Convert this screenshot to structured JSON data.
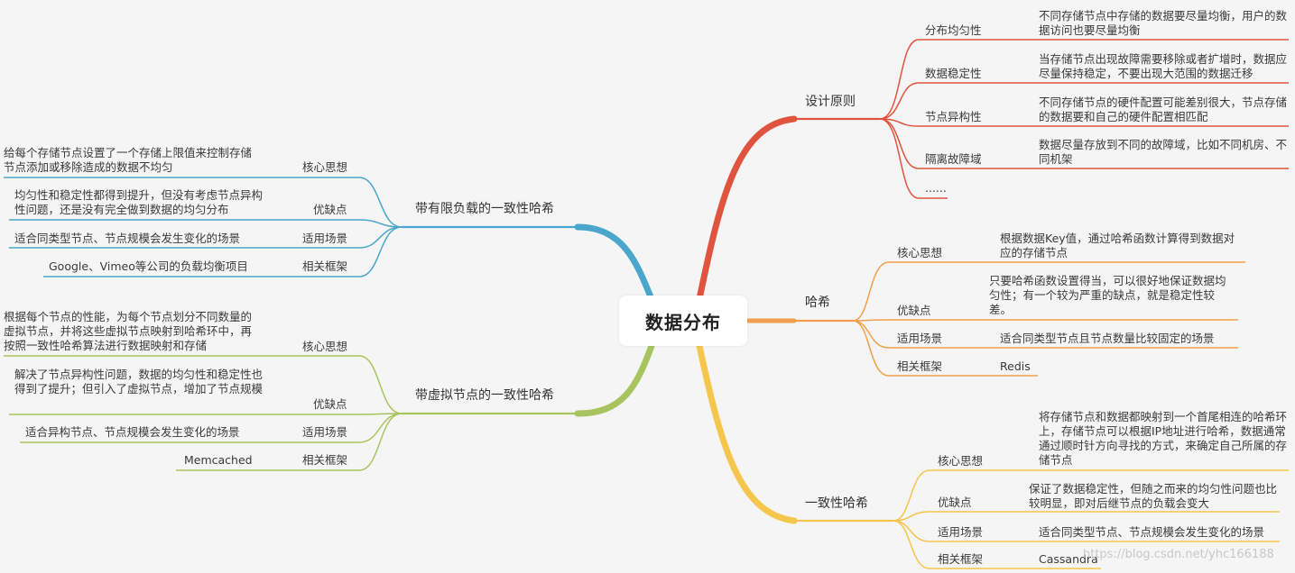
{
  "center": "数据分布",
  "colors": {
    "red": "#e0533f",
    "orange": "#f0a04b",
    "yellow": "#f5c64e",
    "blue": "#4aa6cc",
    "green": "#a8c45e"
  },
  "watermark": "https://blog.csdn.net/yhc166188",
  "branches": {
    "design": {
      "title": "设计原则",
      "items": [
        {
          "label": "分布均匀性",
          "desc": "不同存储节点中存储的数据要尽量均衡，用户的数据访问也要尽量均衡"
        },
        {
          "label": "数据稳定性",
          "desc": "当存储节点出现故障需要移除或者扩增时，数据应尽量保持稳定，不要出现大范围的数据迁移"
        },
        {
          "label": "节点异构性",
          "desc": "不同存储节点的硬件配置可能差别很大，节点存储的数据要和自己的硬件配置相匹配"
        },
        {
          "label": "隔离故障域",
          "desc": "数据尽量存放到不同的故障域，比如不同机房、不同机架"
        },
        {
          "label": "......",
          "desc": ""
        }
      ]
    },
    "hash": {
      "title": "哈希",
      "items": [
        {
          "label": "核心思想",
          "desc": "根据数据Key值，通过哈希函数计算得到数据对应的存储节点"
        },
        {
          "label": "优缺点",
          "desc": "只要哈希函数设置得当，可以很好地保证数据均匀性；有一个较为严重的缺点，就是稳定性较差。"
        },
        {
          "label": "适用场景",
          "desc": "适合同类型节点且节点数量比较固定的场景"
        },
        {
          "label": "相关框架",
          "desc": "Redis"
        }
      ]
    },
    "consistent": {
      "title": "一致性哈希",
      "items": [
        {
          "label": "核心思想",
          "desc": "将存储节点和数据都映射到一个首尾相连的哈希环上，存储节点可以根据IP地址进行哈希，数据通常通过顺时针方向寻找的方式，来确定自己所属的存储节点"
        },
        {
          "label": "优缺点",
          "desc": "保证了数据稳定性，但随之而来的均匀性问题也比较明显，即对后继节点的负载会变大"
        },
        {
          "label": "适用场景",
          "desc": "适合同类型节点、节点规模会发生变化的场景"
        },
        {
          "label": "相关框架",
          "desc": "Cassandra"
        }
      ]
    },
    "bounded": {
      "title": "带有限负载的一致性哈希",
      "items": [
        {
          "label": "核心思想",
          "desc": "给每个存储节点设置了一个存储上限值来控制存储节点添加或移除造成的数据不均匀"
        },
        {
          "label": "优缺点",
          "desc": "均匀性和稳定性都得到提升，但没有考虑节点异构性问题，还是没有完全做到数据的均匀分布"
        },
        {
          "label": "适用场景",
          "desc": "适合同类型节点、节点规模会发生变化的场景"
        },
        {
          "label": "相关框架",
          "desc": "Google、Vimeo等公司的负载均衡项目"
        }
      ]
    },
    "virtual": {
      "title": "带虚拟节点的一致性哈希",
      "items": [
        {
          "label": "核心思想",
          "desc": "根据每个节点的性能，为每个节点划分不同数量的虚拟节点，并将这些虚拟节点映射到哈希环中，再按照一致性哈希算法进行数据映射和存储"
        },
        {
          "label": "优缺点",
          "desc": "解决了节点异构性问题，数据的均匀性和稳定性也得到了提升；但引入了虚拟节点，增加了节点规模"
        },
        {
          "label": "适用场景",
          "desc": "适合异构节点、节点规模会发生变化的场景"
        },
        {
          "label": "相关框架",
          "desc": "Memcached"
        }
      ]
    }
  }
}
